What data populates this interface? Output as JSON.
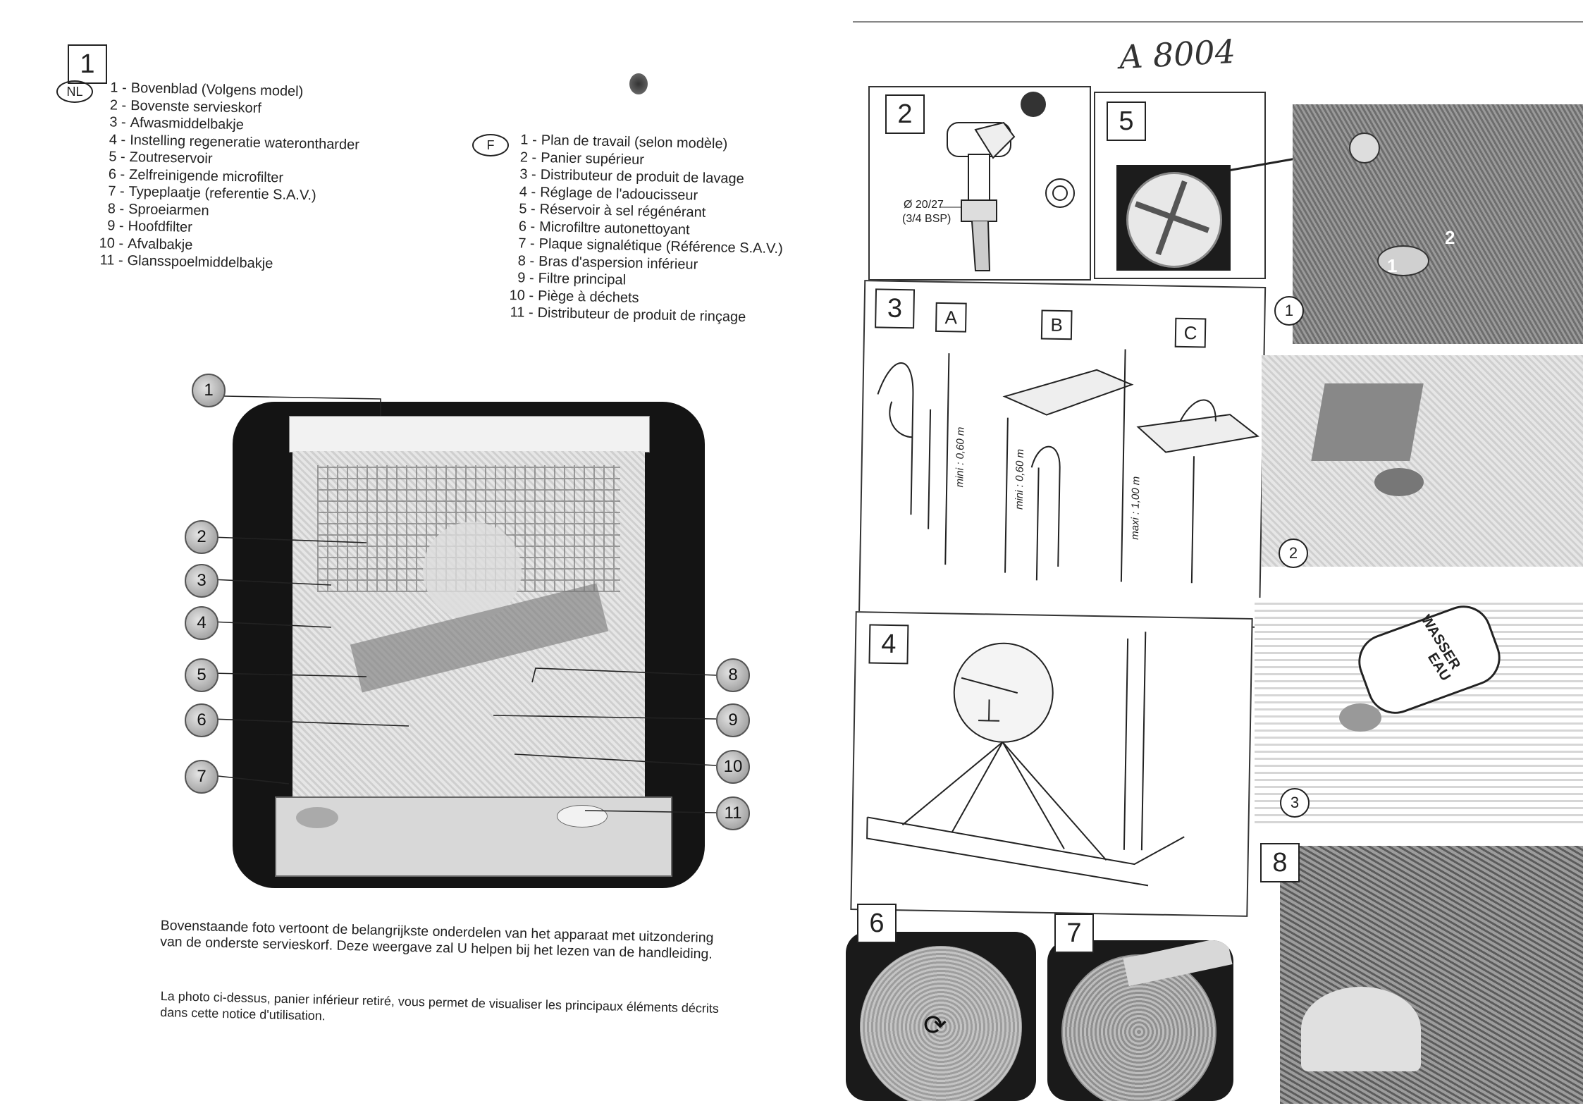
{
  "left_page": {
    "section_number": "1",
    "nl": {
      "lang_badge": "NL",
      "items": [
        {
          "num": "1 -",
          "text": "Bovenblad (Volgens model)"
        },
        {
          "num": "2 -",
          "text": "Bovenste servieskorf"
        },
        {
          "num": "3 -",
          "text": "Afwasmiddelbakje"
        },
        {
          "num": "4 -",
          "text": "Instelling regeneratie waterontharder"
        },
        {
          "num": "5 -",
          "text": "Zoutreservoir"
        },
        {
          "num": "6 -",
          "text": "Zelfreinigende microfilter"
        },
        {
          "num": "7 -",
          "text": "Typeplaatje (referentie S.A.V.)"
        },
        {
          "num": "8 -",
          "text": "Sproeiarmen"
        },
        {
          "num": "9 -",
          "text": "Hoofdfilter"
        },
        {
          "num": "10 -",
          "text": "Afvalbakje"
        },
        {
          "num": "11 -",
          "text": "Glansspoelmiddelbakje"
        }
      ]
    },
    "fr": {
      "lang_badge": "F",
      "items": [
        {
          "num": "1 -",
          "text": "Plan de travail (selon modèle)"
        },
        {
          "num": "2 -",
          "text": "Panier supérieur"
        },
        {
          "num": "3 -",
          "text": "Distributeur de produit de lavage"
        },
        {
          "num": "4 -",
          "text": "Réglage de l'adoucisseur"
        },
        {
          "num": "5 -",
          "text": "Réservoir à sel régénérant"
        },
        {
          "num": "6 -",
          "text": "Microfiltre autonettoyant"
        },
        {
          "num": "7 -",
          "text": "Plaque signalétique (Référence S.A.V.)"
        },
        {
          "num": "8 -",
          "text": "Bras d'aspersion inférieur"
        },
        {
          "num": "9 -",
          "text": "Filtre principal"
        },
        {
          "num": "10 -",
          "text": "Piège à déchets"
        },
        {
          "num": "11 -",
          "text": "Distributeur de produit de rinçage"
        }
      ]
    },
    "callouts": [
      "1",
      "2",
      "3",
      "4",
      "5",
      "6",
      "7",
      "8",
      "9",
      "10",
      "11"
    ],
    "caption_nl": "Bovenstaande foto vertoont de belangrijkste onderdelen van het apparaat met uitzondering van de onderste servieskorf. Deze weergave zal U helpen bij het lezen van de handleiding.",
    "caption_fr": "La photo ci-dessus, panier inférieur retiré, vous permet de visualiser les principaux éléments décrits dans cette notice d'utilisation."
  },
  "right_page": {
    "handwriting": "A 8004",
    "panel2": {
      "number": "2",
      "dim1": "Ø 20/27",
      "dim2": "(3/4 BSP)"
    },
    "panel5": {
      "number": "5"
    },
    "panel3": {
      "number": "3",
      "letters": [
        "A",
        "B",
        "C"
      ],
      "heights": [
        "mini : 0,60 m",
        "mini : 0,60 m",
        "maxi : 1,00 m"
      ]
    },
    "panel4": {
      "number": "4"
    },
    "panel6": {
      "number": "6"
    },
    "panel7": {
      "number": "7"
    },
    "panel8": {
      "number": "8"
    },
    "steps": {
      "step1": "1",
      "step2": "2",
      "step3": "3",
      "arrow1": "1",
      "arrow2": "2",
      "jug_text1": "WASSER",
      "jug_text2": "EAU"
    }
  }
}
